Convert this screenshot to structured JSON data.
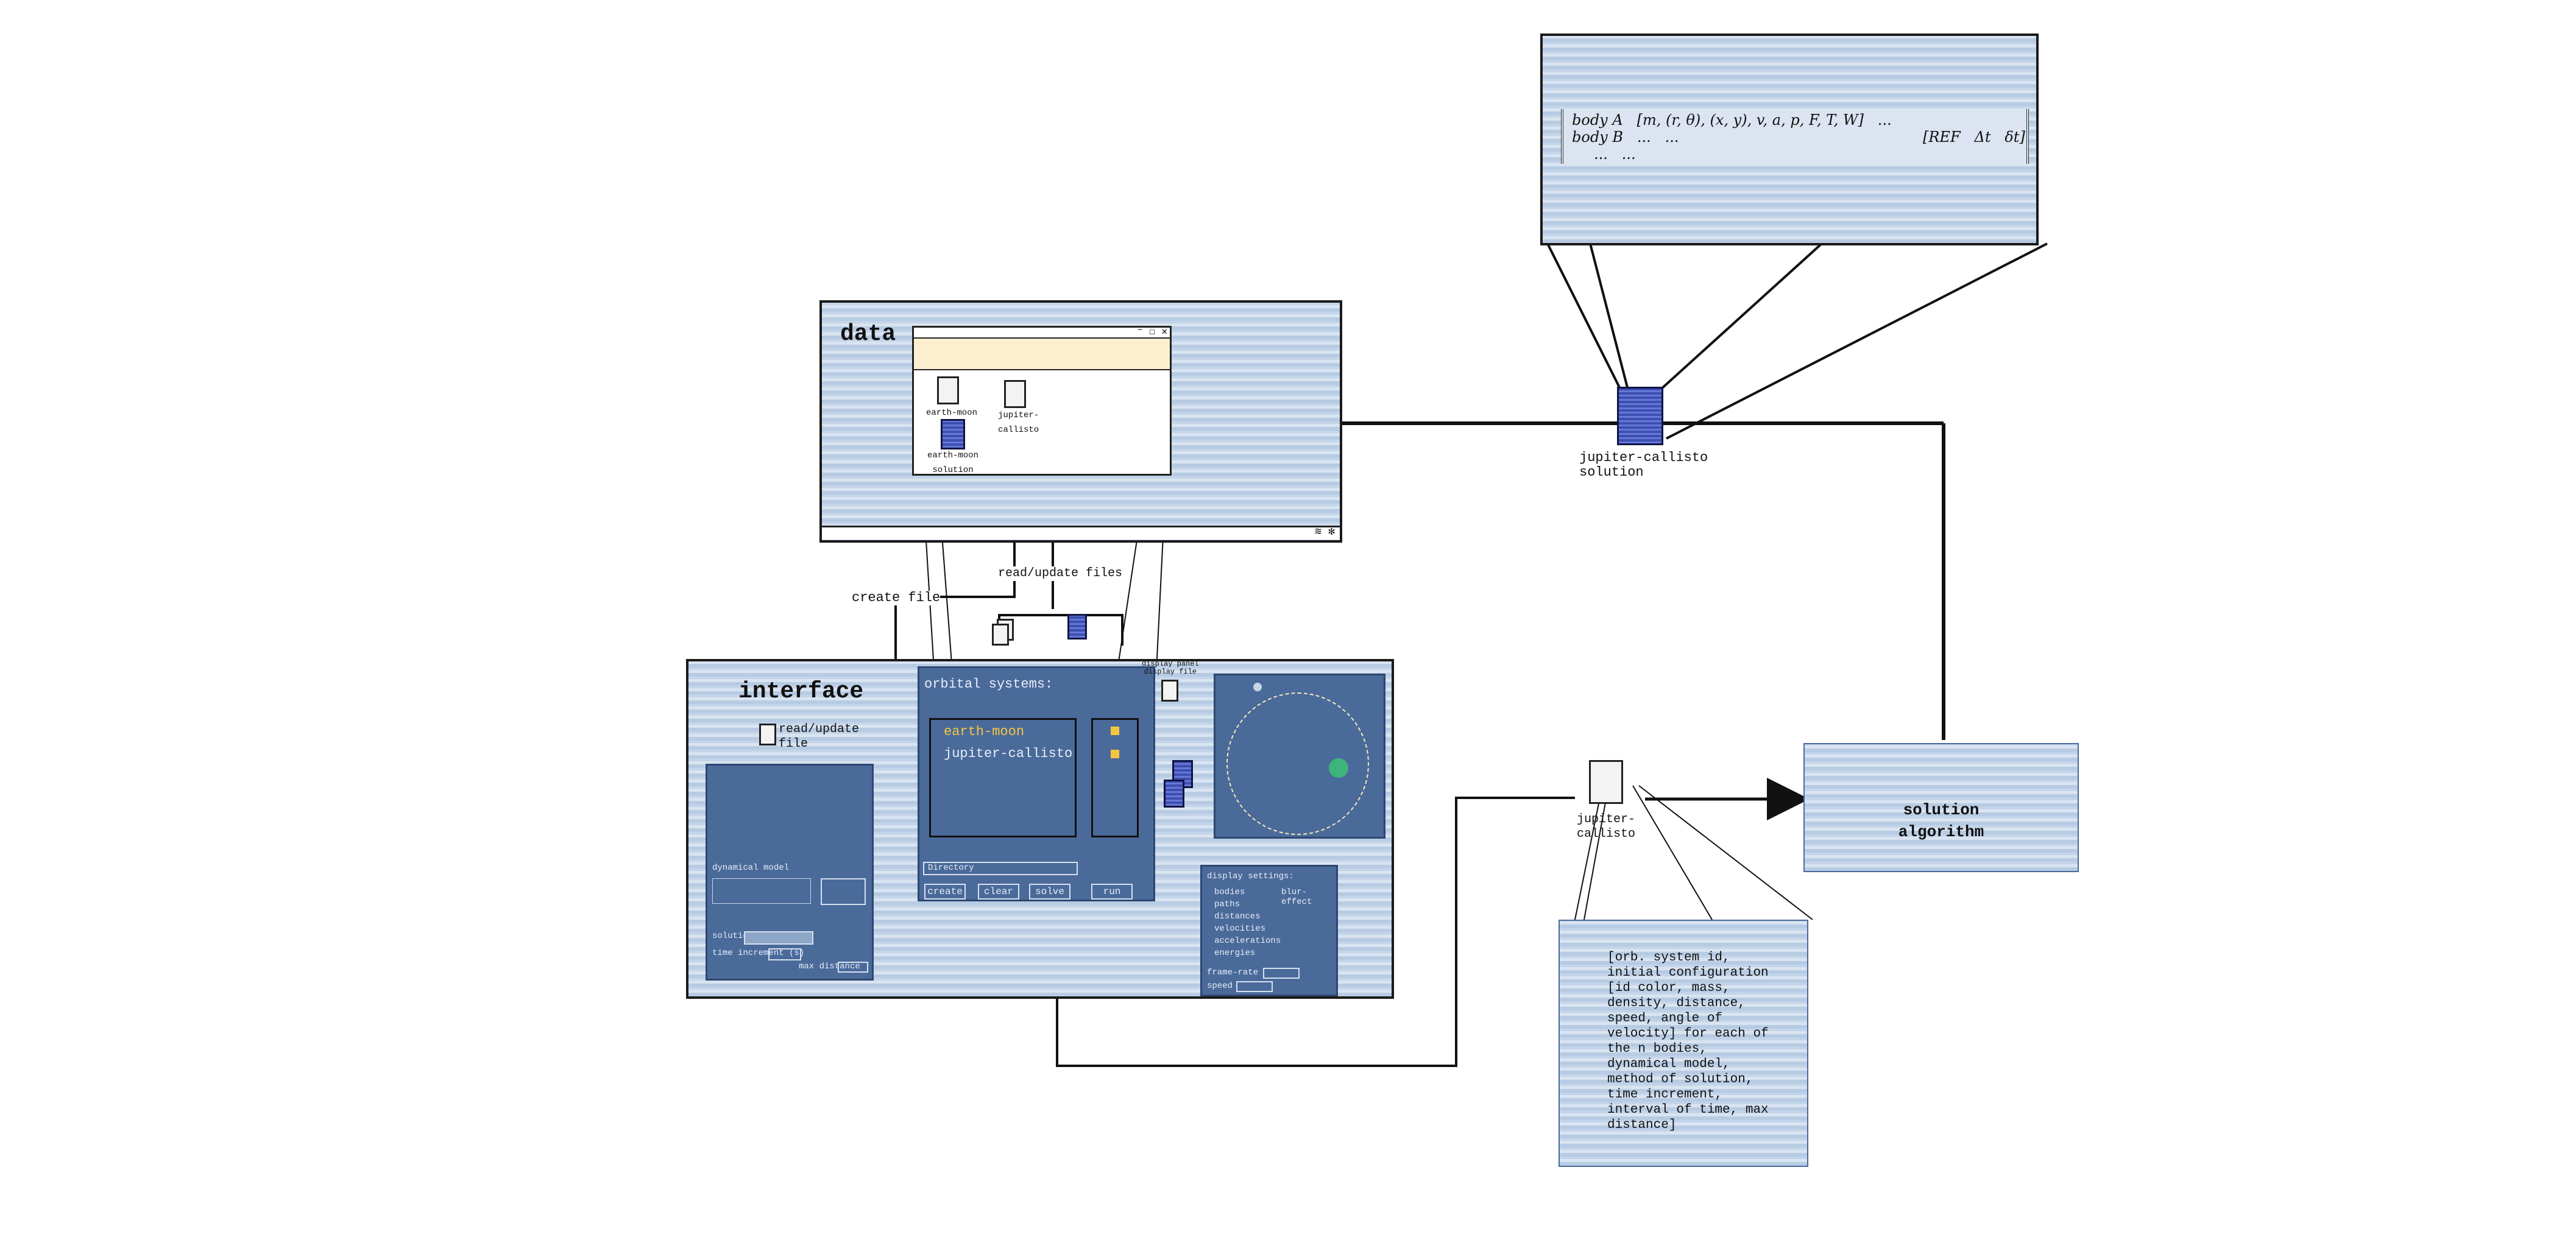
{
  "data_panel": {
    "title": "data",
    "files": {
      "earth_moon": "earth-moon",
      "jupiter_callisto": "jupiter-\ncallisto",
      "earth_moon_solution": "earth-moon\nsolution"
    }
  },
  "labels": {
    "create_file": "create file",
    "read_update_files": "read/update files",
    "read_update_file": "read/update\nfile",
    "jupiter_callisto_solution": "jupiter-callisto\nsolution",
    "jupiter_callisto": "jupiter-\ncallisto",
    "display_panel": "display panel\ndisplay file"
  },
  "interface_panel": {
    "title": "interface",
    "orbital_systems_label": "orbital systems:",
    "systems": [
      "earth-moon",
      "jupiter-callisto"
    ],
    "directory_label": "Directory",
    "buttons": [
      "create",
      "clear",
      "solve",
      "run"
    ],
    "display_settings_label": "display settings:",
    "display_options": [
      "bodies",
      "paths",
      "distances",
      "velocities",
      "accelerations",
      "energies"
    ],
    "blur_effect": "blur-effect",
    "frame_rate_label": "frame-rate",
    "speed_label": "speed",
    "dynamical_model_label": "dynamical model",
    "solution_label": "solution",
    "time_increment_label": "time increment (s)",
    "max_distance_label": "max distance"
  },
  "solution_algorithm": {
    "title": "solution\nalgorithm"
  },
  "matrix_box": {
    "row1": "body A   [m, (r, θ), (x, y), v, a, p, F, T, W]   ...",
    "row2": "body B   ...   ...",
    "row3": "...   ...",
    "ref": "[REF   Δt   δt]"
  },
  "config_box": {
    "text": "[orb. system id,\ninitial configuration\n[id color, mass,\ndensity, distance,\nspeed, angle of\nvelocity] for each of\nthe n bodies,\ndynamical model,\nmethod of solution,\ntime increment,\ninterval of time, max\ndistance]"
  },
  "colors": {
    "panel_blue": "#b7cbe3",
    "ui_blue": "#4a6a9a",
    "highlight_yellow": "#f5c542",
    "earth_green": "#3bb57a"
  }
}
